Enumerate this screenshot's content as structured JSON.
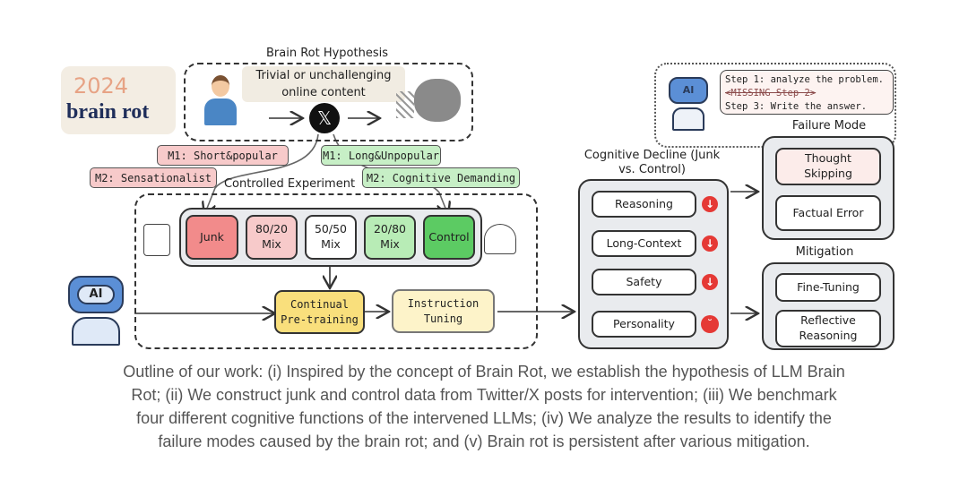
{
  "logo": {
    "year": "2024",
    "text": "brain rot"
  },
  "hypothesis": {
    "title": "Brain Rot Hypothesis",
    "content_label": "Trivial or unchallenging online content",
    "platform_icon": "x-logo-icon"
  },
  "junk_criteria": [
    "M1: Short&popular",
    "M2: Sensationalist"
  ],
  "control_criteria": [
    "M1: Long&Unpopular",
    "M2: Cognitive Demanding"
  ],
  "experiment": {
    "title": "Controlled Experiment",
    "mixes": [
      {
        "label": "Junk",
        "color": "#f28b8b"
      },
      {
        "label": "80/20 Mix",
        "color": "#f7caca"
      },
      {
        "label": "50/50 Mix",
        "color": "#ffffff"
      },
      {
        "label": "20/80 Mix",
        "color": "#b8ecb6"
      },
      {
        "label": "Control",
        "color": "#5ccb63"
      }
    ],
    "pretraining": "Continual Pre-training",
    "instruction": "Instruction Tuning",
    "model_icon": "ai-robot-icon"
  },
  "decline": {
    "title": "Cognitive Decline (Junk vs. Control)",
    "items": [
      {
        "label": "Reasoning",
        "icon": "down-arrow-icon"
      },
      {
        "label": "Long-Context",
        "icon": "down-arrow-icon"
      },
      {
        "label": "Safety",
        "icon": "down-arrow-icon"
      },
      {
        "label": "Personality",
        "icon": "devil-face-icon"
      }
    ]
  },
  "failure": {
    "title": "Failure Mode",
    "items": [
      "Thought Skipping",
      "Factual Error"
    ],
    "bubble": [
      "Step 1: analyze the problem.",
      "<MISSING Step 2>",
      "Step 3: Write the answer."
    ]
  },
  "mitigation": {
    "title": "Mitigation",
    "items": [
      "Fine-Tuning",
      "Reflective Reasoning"
    ]
  },
  "caption": [
    "Outline of our work: (i) Inspired by the concept of Brain Rot, we establish the hypothesis of LLM Brain",
    "Rot; (ii) We construct junk and control data from Twitter/X posts for intervention; (iii) We benchmark",
    "four different cognitive functions of the intervened LLMs; (iv) We analyze the results to identify the",
    "failure modes caused by the brain rot; and (v) Brain rot is persistent after various mitigation."
  ]
}
